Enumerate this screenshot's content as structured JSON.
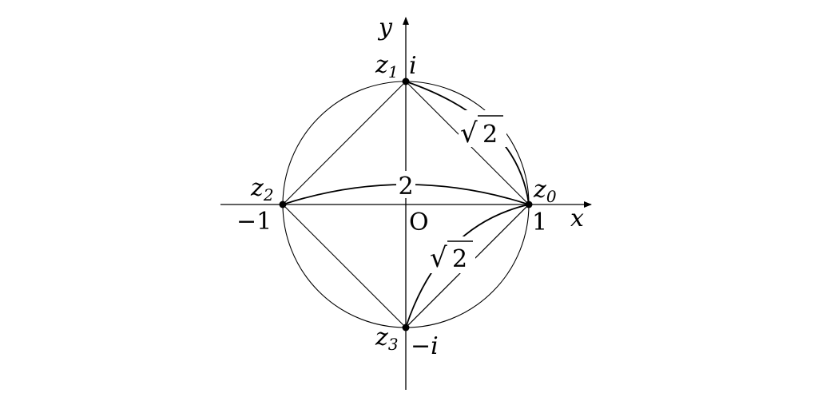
{
  "axes": {
    "x_label": "x",
    "y_label": "y",
    "origin_label": "O"
  },
  "points": {
    "z0": {
      "name": "z",
      "sub": "0",
      "value": "1"
    },
    "z1": {
      "name": "z",
      "sub": "1",
      "value": "i"
    },
    "z2": {
      "name": "z",
      "sub": "2",
      "value": "−1"
    },
    "z3": {
      "name": "z",
      "sub": "3",
      "value": "−i"
    }
  },
  "lengths": {
    "z2_z0": "2",
    "z1_z0": "2",
    "z3_z0": "2",
    "radical": "√"
  },
  "colors": {
    "ink": "#000000",
    "background": "#ffffff"
  }
}
